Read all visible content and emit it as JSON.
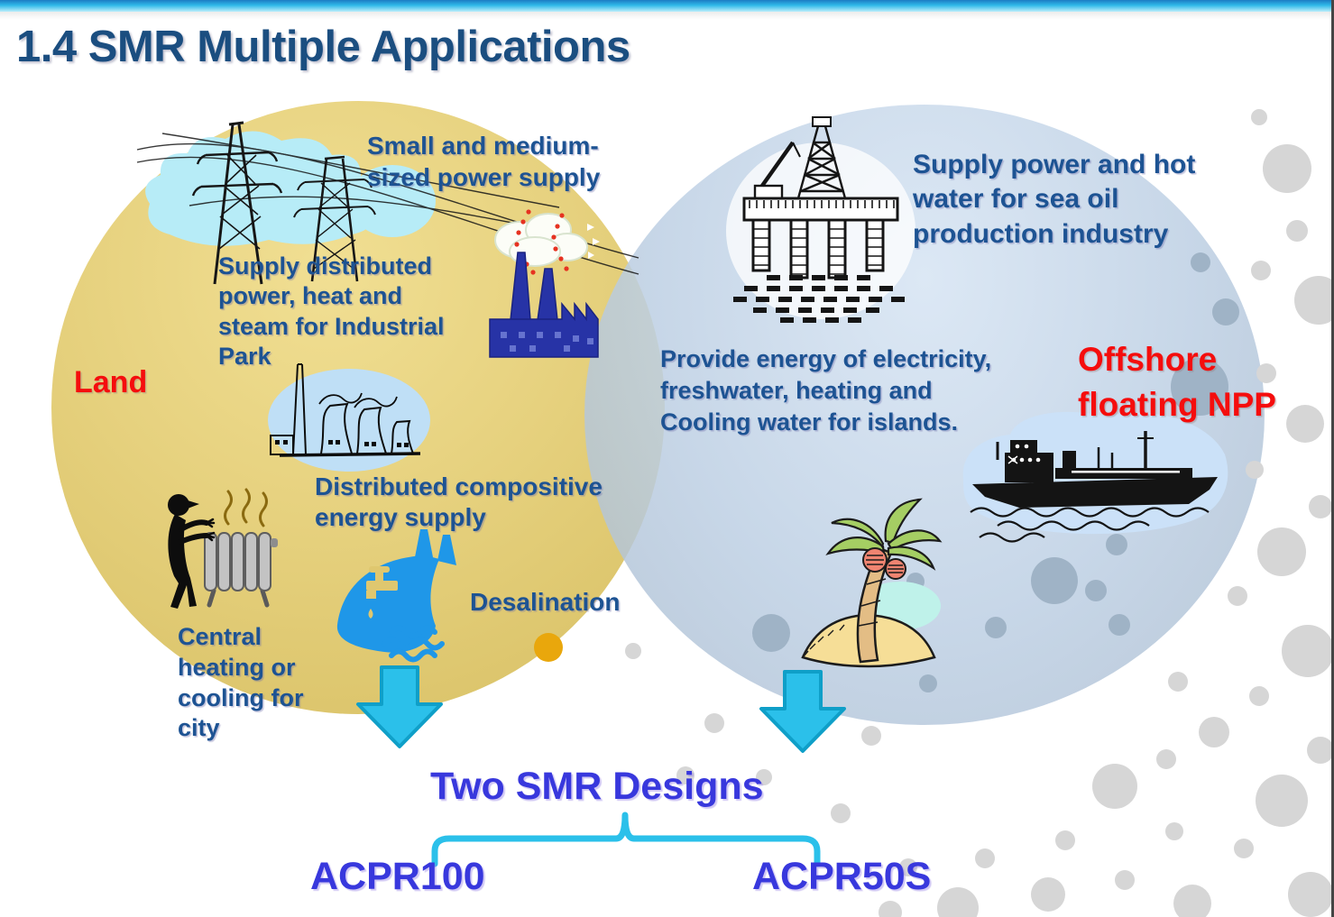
{
  "title": "1.4 SMR Multiple Applications",
  "land": {
    "label": "Land",
    "power_supply": "Small and medium-\nsized power supply",
    "industrial_park": "Supply distributed\npower, heat and\nsteam for Industrial\nPark",
    "composite_energy": "Distributed compositive\nenergy supply",
    "desalination": "Desalination",
    "central_heating": "Central\nheating or\ncooling for\ncity"
  },
  "offshore": {
    "label": "Offshore\nfloating NPP",
    "sea_oil": "Supply power and hot\nwater for sea oil\nproduction industry",
    "islands": "Provide energy of electricity,\nfreshwater, heating and\nCooling water for islands."
  },
  "designs": {
    "heading": "Two SMR Designs",
    "left": "ACPR100",
    "right": "ACPR50S"
  },
  "icons": {
    "transmission-towers-icon": "power transmission pylons with wires and cloud",
    "factory-smoke-icon": "blue factory with smoking chimneys",
    "industrial-park-icon": "industrial park cooling towers line art",
    "central-heating-icon": "person warming hands at radiator",
    "desalination-icon": "water tap and desalination plant over waves",
    "oil-rig-icon": "offshore oil drilling platform",
    "cargo-ship-icon": "cargo ship at sea",
    "palm-island-icon": "palm tree on small island",
    "down-arrow-icon": "thick cyan downward block arrow",
    "bracket-icon": "cyan brace linking two designs"
  },
  "colors": {
    "title_blue": "#1b4e80",
    "body_blue": "#1d5393",
    "red": "#f50d0d",
    "violet": "#3838dd",
    "cyan": "#2bc0ea",
    "cyan_dark": "#0f9fc8",
    "land_circle": "#e2cc74",
    "offshore_circle": "#b9cfe6",
    "dot_gray": "#d6d6d6",
    "dot_blue": "#9fb3c6",
    "orange": "#e9a70c"
  }
}
